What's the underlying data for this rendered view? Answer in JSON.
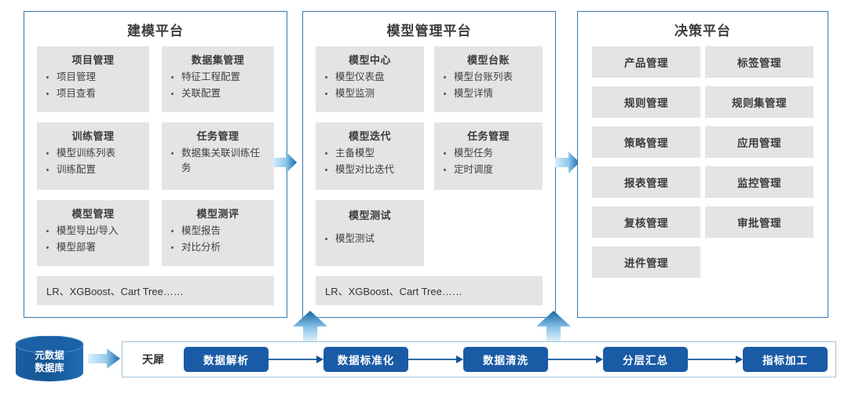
{
  "diagram": {
    "title_color": "#3c3c3c",
    "panel_border_color": "#3a78ad",
    "card_bg": "#e4e4e4",
    "pipeline_btn_color": "#1a5ba6"
  },
  "panels": [
    {
      "title": "建模平台",
      "cards": [
        {
          "title": "项目管理",
          "items": [
            "项目管理",
            "项目查看"
          ]
        },
        {
          "title": "数据集管理",
          "items": [
            "特征工程配置",
            "关联配置"
          ]
        },
        {
          "title": "训练管理",
          "items": [
            "模型训练列表",
            "训练配置"
          ]
        },
        {
          "title": "任务管理",
          "items": [
            "数据集关联训练任务"
          ]
        },
        {
          "title": "模型管理",
          "items": [
            "模型导出/导入",
            "模型部署"
          ]
        },
        {
          "title": "模型测评",
          "items": [
            "模型报告",
            "对比分析"
          ]
        }
      ],
      "footer": "LR、XGBoost、Cart Tree……"
    },
    {
      "title": "模型管理平台",
      "cards": [
        {
          "title": "模型中心",
          "items": [
            "模型仪表盘",
            "模型监测"
          ]
        },
        {
          "title": "模型台账",
          "items": [
            "模型台账列表",
            "模型详情"
          ]
        },
        {
          "title": "模型迭代",
          "items": [
            "主备模型",
            "模型对比迭代"
          ]
        },
        {
          "title": "任务管理",
          "items": [
            "模型任务",
            "定时调度"
          ]
        },
        {
          "title": "模型测试",
          "items": [
            "模型测试"
          ]
        }
      ],
      "footer": "LR、XGBoost、Cart Tree……"
    },
    {
      "title": "决策平台",
      "buttons": [
        "产品管理",
        "标签管理",
        "规则管理",
        "规则集管理",
        "策略管理",
        "应用管理",
        "报表管理",
        "监控管理",
        "复核管理",
        "审批管理",
        "进件管理"
      ]
    }
  ],
  "bottom": {
    "database_label_line1": "元数据",
    "database_label_line2": "数据库",
    "pipeline_label": "天犀",
    "pipeline_steps": [
      "数据解析",
      "数据标准化",
      "数据清洗",
      "分层汇总",
      "指标加工"
    ]
  }
}
